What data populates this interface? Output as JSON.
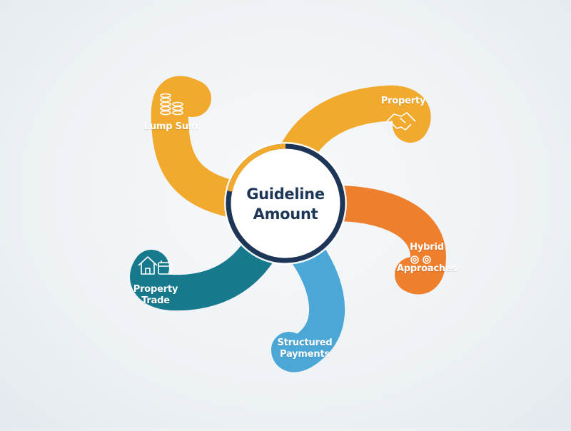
{
  "diagram": {
    "center": {
      "line1": "Guideline",
      "line2": "Amount",
      "ring_color": "#1d3557",
      "accent_color": "#f2aa2e"
    },
    "branches": [
      {
        "id": "lump-sum",
        "line1": "Lump Sum",
        "line2": "",
        "icon": "coins-icon",
        "color": "#f2aa2e"
      },
      {
        "id": "property",
        "line1": "Property",
        "line2": "",
        "icon": "handshake-icon",
        "color": "#f2aa2e"
      },
      {
        "id": "hybrid-approaches",
        "line1": "Hybrid",
        "line2": "Approaches",
        "icon": "gears-icon",
        "color": "#ee7f2d"
      },
      {
        "id": "structured-payments",
        "line1": "Structured",
        "line2": "Payments",
        "icon": "",
        "color": "#4ba7d6"
      },
      {
        "id": "property-trade",
        "line1": "Property",
        "line2": "Trade",
        "icon": "house-calendar-icon",
        "color": "#17798c"
      }
    ]
  }
}
